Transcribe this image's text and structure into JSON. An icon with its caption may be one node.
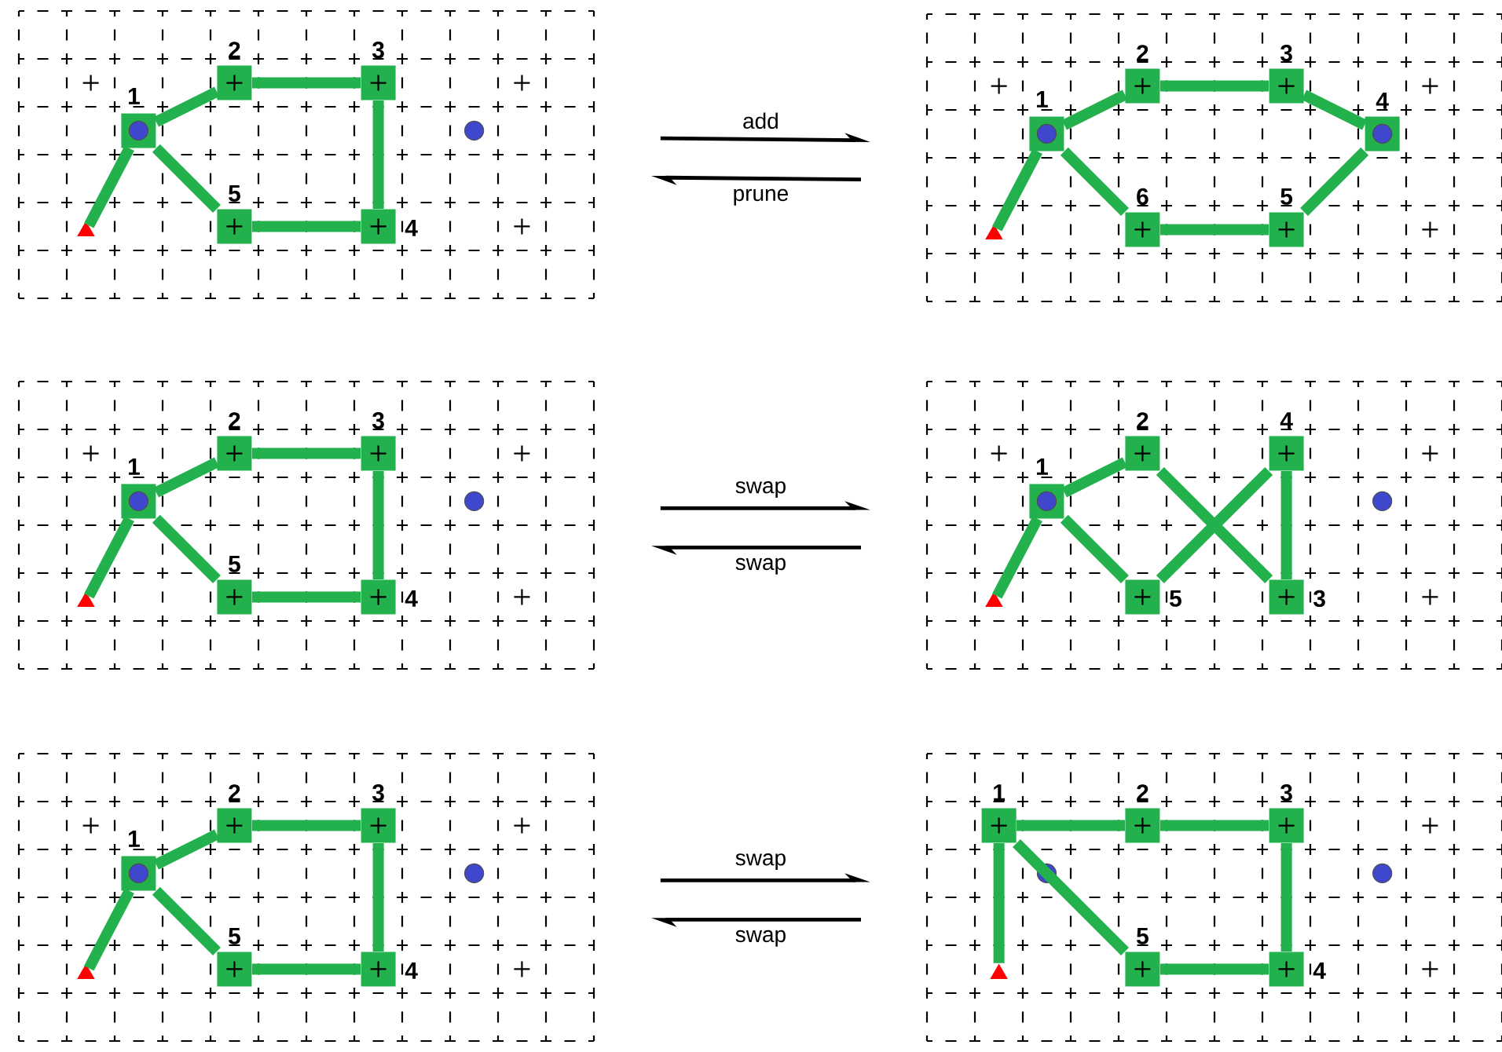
{
  "diagram": {
    "nodes": [
      {
        "text": [],
        "shape": "grid"
      },
      {
        "text": [],
        "shape": "triangle",
        "in": 0
      },
      {
        "text": [],
        "shape": "box",
        "beside": [
          "1"
        ],
        "in": 0
      },
      {
        "text": [],
        "shape": "box",
        "beside": [
          "2"
        ],
        "in": 0
      },
      {
        "text": [],
        "shape": "box",
        "beside": [
          "3"
        ],
        "in": 0
      },
      {
        "text": [],
        "shape": "box",
        "beside": [
          "4"
        ],
        "in": 0
      },
      {
        "text": [],
        "shape": "box",
        "beside": [
          "5"
        ],
        "in": 0
      },
      {
        "text": [],
        "shape": "circle",
        "in": 0
      },
      {
        "text": [],
        "shape": "grid"
      },
      {
        "text": [],
        "shape": "triangle",
        "in": 8
      },
      {
        "text": [],
        "shape": "box",
        "beside": [
          "1"
        ],
        "in": 8
      },
      {
        "text": [],
        "shape": "box",
        "beside": [
          "2"
        ],
        "in": 8
      },
      {
        "text": [],
        "shape": "box",
        "beside": [
          "3"
        ],
        "in": 8
      },
      {
        "text": [],
        "shape": "box",
        "beside": [
          "4"
        ],
        "in": 8
      },
      {
        "text": [],
        "shape": "box",
        "beside": [
          "5"
        ],
        "in": 8
      },
      {
        "text": [],
        "shape": "box",
        "beside": [
          "6"
        ],
        "in": 8
      },
      {
        "text": [],
        "shape": "grid"
      },
      {
        "text": [],
        "shape": "triangle",
        "in": 16
      },
      {
        "text": [],
        "shape": "box",
        "beside": [
          "1"
        ],
        "in": 16
      },
      {
        "text": [],
        "shape": "box",
        "beside": [
          "2"
        ],
        "in": 16
      },
      {
        "text": [],
        "shape": "box",
        "beside": [
          "3"
        ],
        "in": 16
      },
      {
        "text": [],
        "shape": "box",
        "beside": [
          "4"
        ],
        "in": 16
      },
      {
        "text": [],
        "shape": "box",
        "beside": [
          "5"
        ],
        "in": 16
      },
      {
        "text": [],
        "shape": "circle",
        "in": 16
      },
      {
        "text": [],
        "shape": "grid"
      },
      {
        "text": [],
        "shape": "triangle",
        "in": 24
      },
      {
        "text": [],
        "shape": "box",
        "beside": [
          "1"
        ],
        "in": 24
      },
      {
        "text": [],
        "shape": "box",
        "beside": [
          "2"
        ],
        "in": 24
      },
      {
        "text": [],
        "shape": "box",
        "beside": [
          "4"
        ],
        "in": 24
      },
      {
        "text": [],
        "shape": "box",
        "beside": [
          "5"
        ],
        "in": 24
      },
      {
        "text": [],
        "shape": "box",
        "beside": [
          "3"
        ],
        "in": 24
      },
      {
        "text": [],
        "shape": "circle",
        "in": 24
      },
      {
        "text": [],
        "shape": "grid"
      },
      {
        "text": [],
        "shape": "triangle",
        "in": 32
      },
      {
        "text": [],
        "shape": "box",
        "beside": [
          "1"
        ],
        "in": 32
      },
      {
        "text": [],
        "shape": "box",
        "beside": [
          "2"
        ],
        "in": 32
      },
      {
        "text": [],
        "shape": "box",
        "beside": [
          "3"
        ],
        "in": 32
      },
      {
        "text": [],
        "shape": "box",
        "beside": [
          "4"
        ],
        "in": 32
      },
      {
        "text": [],
        "shape": "box",
        "beside": [
          "5"
        ],
        "in": 32
      },
      {
        "text": [],
        "shape": "circle",
        "in": 32
      },
      {
        "text": [],
        "shape": "grid"
      },
      {
        "text": [],
        "shape": "box",
        "beside": [
          "1"
        ],
        "in": 40
      },
      {
        "text": [],
        "shape": "box",
        "beside": [
          "2"
        ],
        "in": 40
      },
      {
        "text": [],
        "shape": "box",
        "beside": [
          "3"
        ],
        "in": 40
      },
      {
        "text": [],
        "shape": "circle",
        "in": 40
      },
      {
        "text": [],
        "shape": "circle",
        "in": 40
      },
      {
        "text": [],
        "shape": "triangle",
        "in": 40
      },
      {
        "text": [],
        "shape": "box",
        "beside": [
          "5"
        ],
        "in": 40
      },
      {
        "text": [],
        "shape": "box",
        "beside": [
          "4"
        ],
        "in": 40
      },
      {
        "text": [],
        "shape": "circle",
        "in": 2
      },
      {
        "text": [],
        "shape": "circle",
        "in": 10
      },
      {
        "text": [],
        "shape": "circle",
        "in": 13
      },
      {
        "text": [],
        "shape": "circle",
        "in": 18
      },
      {
        "text": [],
        "shape": "circle",
        "in": 26
      },
      {
        "text": [],
        "shape": "circle",
        "in": 34
      }
    ],
    "edges": [
      {
        "from": 1,
        "to": 2,
        "arrow": "none"
      },
      {
        "from": 2,
        "to": 3,
        "arrow": "none"
      },
      {
        "from": 3,
        "to": 4,
        "arrow": "none"
      },
      {
        "from": 4,
        "to": 5,
        "arrow": "none"
      },
      {
        "from": 5,
        "to": 6,
        "arrow": "none"
      },
      {
        "from": 6,
        "to": 2,
        "arrow": "none"
      },
      {
        "from": 9,
        "to": 10,
        "arrow": "none"
      },
      {
        "from": 10,
        "to": 11,
        "arrow": "none"
      },
      {
        "from": 11,
        "to": 12,
        "arrow": "none"
      },
      {
        "from": 12,
        "to": 13,
        "arrow": "none"
      },
      {
        "from": 13,
        "to": 14,
        "arrow": "none"
      },
      {
        "from": 14,
        "to": 15,
        "arrow": "none"
      },
      {
        "from": 15,
        "to": 10,
        "arrow": "none"
      },
      {
        "from": 17,
        "to": 18,
        "arrow": "none"
      },
      {
        "from": 18,
        "to": 19,
        "arrow": "none"
      },
      {
        "from": 19,
        "to": 20,
        "arrow": "none"
      },
      {
        "from": 20,
        "to": 21,
        "arrow": "none"
      },
      {
        "from": 21,
        "to": 22,
        "arrow": "none"
      },
      {
        "from": 22,
        "to": 18,
        "arrow": "none"
      },
      {
        "from": 25,
        "to": 26,
        "arrow": "none"
      },
      {
        "from": 26,
        "to": 27,
        "arrow": "none"
      },
      {
        "from": 27,
        "to": 30,
        "arrow": "none"
      },
      {
        "from": 30,
        "to": 28,
        "arrow": "none"
      },
      {
        "from": 28,
        "to": 29,
        "arrow": "none"
      },
      {
        "from": 29,
        "to": 26,
        "arrow": "none"
      },
      {
        "from": 33,
        "to": 34,
        "arrow": "none"
      },
      {
        "from": 34,
        "to": 35,
        "arrow": "none"
      },
      {
        "from": 35,
        "to": 36,
        "arrow": "none"
      },
      {
        "from": 36,
        "to": 37,
        "arrow": "none"
      },
      {
        "from": 37,
        "to": 38,
        "arrow": "none"
      },
      {
        "from": 38,
        "to": 34,
        "arrow": "none"
      },
      {
        "from": 46,
        "to": 41,
        "arrow": "none"
      },
      {
        "from": 41,
        "to": 42,
        "arrow": "none"
      },
      {
        "from": 42,
        "to": 43,
        "arrow": "none"
      },
      {
        "from": 43,
        "to": 48,
        "arrow": "none"
      },
      {
        "from": 48,
        "to": 47,
        "arrow": "none"
      },
      {
        "from": 47,
        "to": 41,
        "arrow": "none"
      },
      {
        "from": 0,
        "to": 8,
        "arrow": "to",
        "label": "add",
        "color": "#000000"
      },
      {
        "from": 8,
        "to": 0,
        "arrow": "to",
        "label": "prune",
        "color": "#000000"
      },
      {
        "from": 16,
        "to": 24,
        "arrow": "to",
        "label": "swap",
        "color": "#000000"
      },
      {
        "from": 24,
        "to": 16,
        "arrow": "to",
        "label": "swap",
        "color": "#000000"
      },
      {
        "from": 32,
        "to": 40,
        "arrow": "to",
        "label": "swap",
        "color": "#000000"
      },
      {
        "from": 40,
        "to": 32,
        "arrow": "to",
        "label": "swap",
        "color": "#000000"
      }
    ]
  }
}
